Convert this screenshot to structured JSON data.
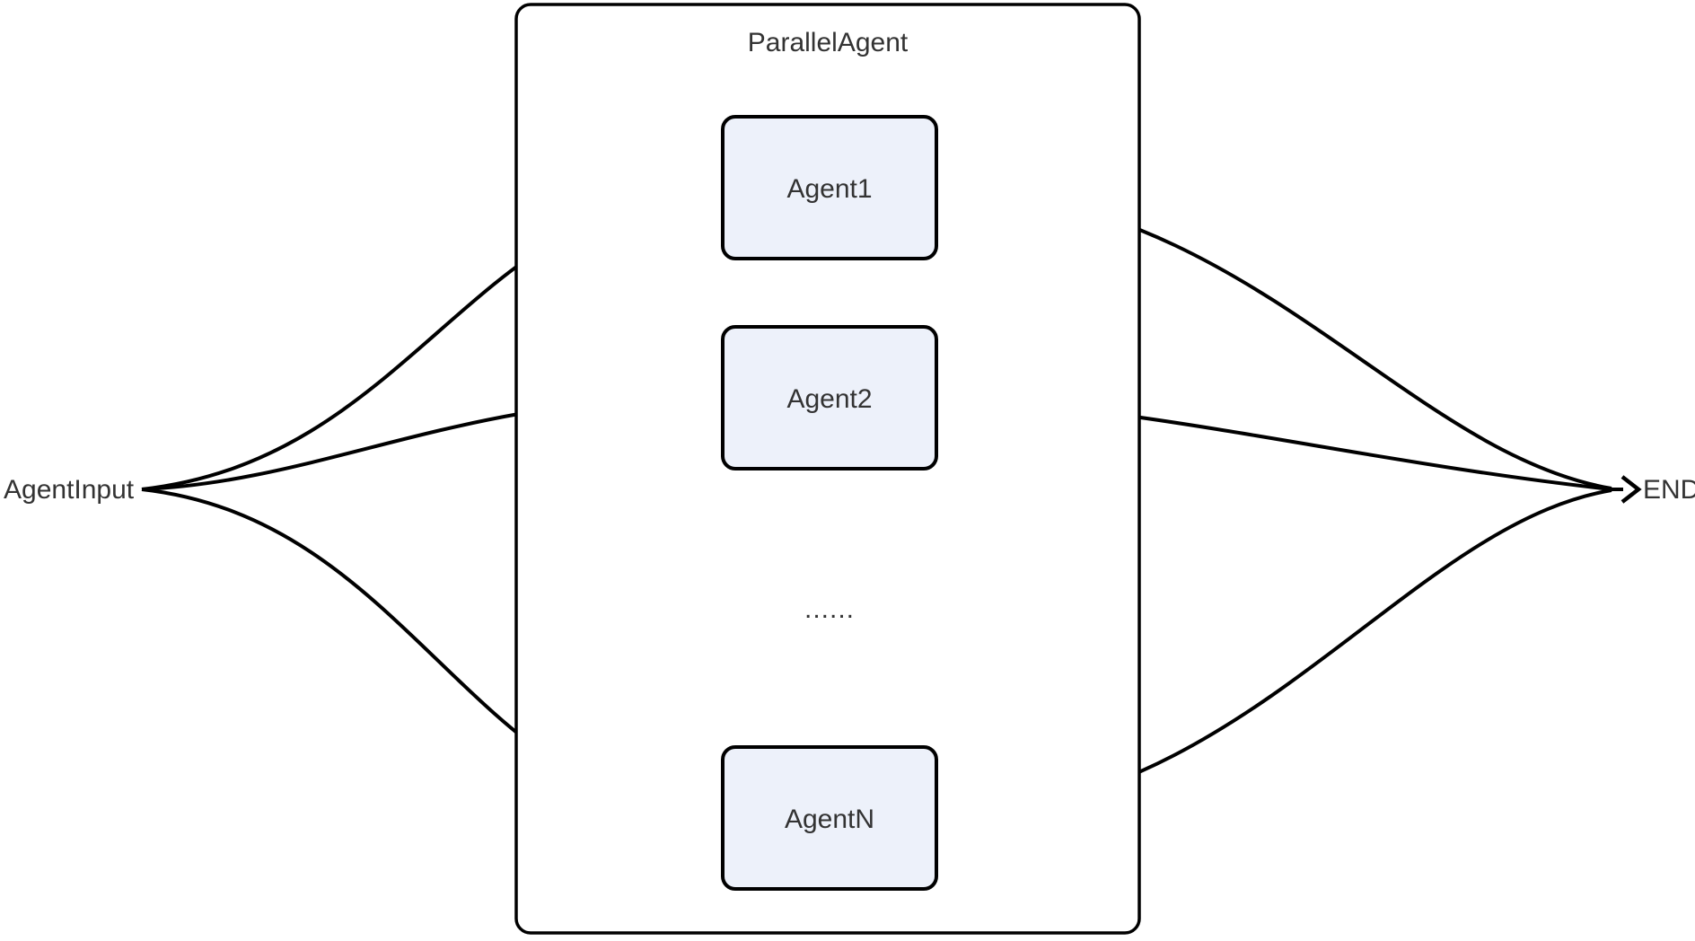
{
  "diagram": {
    "container": {
      "label": "ParallelAgent"
    },
    "nodes": [
      {
        "id": "agent1",
        "label": "Agent1"
      },
      {
        "id": "agent2",
        "label": "Agent2"
      },
      {
        "id": "agentN",
        "label": "AgentN"
      }
    ],
    "ellipsis": "......",
    "input_label": "AgentInput",
    "end_label": "END",
    "colors": {
      "background": "#FFFFFF",
      "node_fill": "#EDF1FA",
      "stroke": "#000000",
      "text": "#333333"
    }
  }
}
